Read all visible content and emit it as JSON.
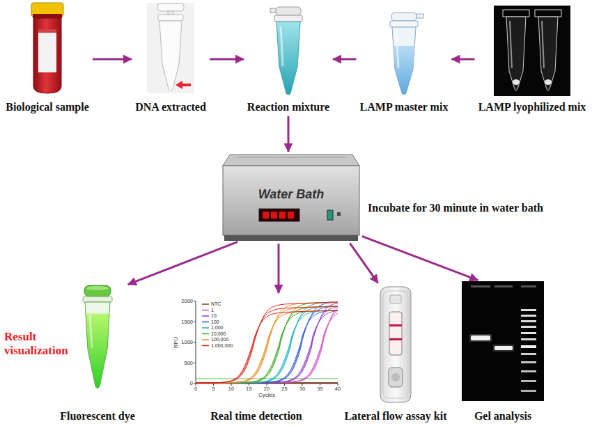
{
  "diagram": {
    "nodes": [
      {
        "text": [
          "Biological sample"
        ]
      },
      {
        "text": [
          "DNA extracted"
        ]
      },
      {
        "text": [
          "Reaction mixture"
        ]
      },
      {
        "text": [
          "LAMP master mix"
        ]
      },
      {
        "text": [
          "LAMP lyophilized mix"
        ]
      },
      {
        "text": [
          "Water Bath"
        ]
      },
      {
        "text": [
          "Fluorescent dye"
        ]
      },
      {
        "text": [
          "Real time detection"
        ]
      },
      {
        "text": [
          "Lateral flow assay kit"
        ]
      },
      {
        "text": [
          "Gel analysis"
        ]
      }
    ],
    "edges": [
      {
        "from": 0,
        "to": 1,
        "arrow": "to"
      },
      {
        "from": 1,
        "to": 2,
        "arrow": "to"
      },
      {
        "from": 3,
        "to": 2,
        "arrow": "to"
      },
      {
        "from": 4,
        "to": 3,
        "arrow": "to"
      },
      {
        "from": 2,
        "to": 5,
        "arrow": "to"
      },
      {
        "from": 5,
        "to": 6,
        "arrow": "to"
      },
      {
        "from": 5,
        "to": 7,
        "arrow": "to"
      },
      {
        "from": 5,
        "to": 8,
        "arrow": "to"
      },
      {
        "from": 5,
        "to": 9,
        "arrow": "to"
      }
    ],
    "labels": [
      "Incubate for 30 minute in water bath",
      "Result visualization",
      "2000",
      "1500",
      "1000",
      "500",
      "0",
      "RFU",
      "0",
      "5",
      "10",
      "15",
      "20",
      "25",
      "30",
      "35",
      "40",
      "Cycles"
    ],
    "legend": [
      {
        "text": "NTC"
      },
      {
        "text": "1"
      },
      {
        "text": "10"
      },
      {
        "text": "100"
      },
      {
        "text": "1,000"
      },
      {
        "text": "10,000"
      },
      {
        "text": "100,000"
      },
      {
        "text": "1,000,000"
      }
    ]
  }
}
